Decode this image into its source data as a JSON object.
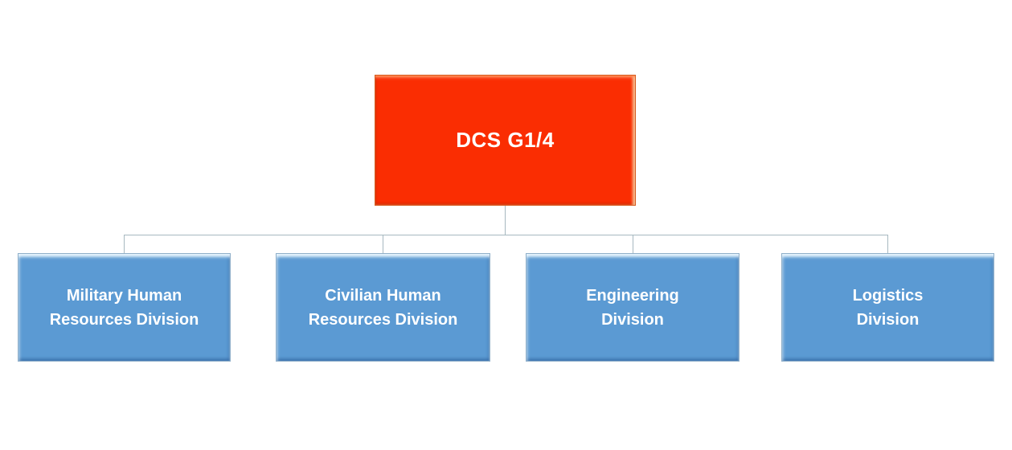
{
  "diagram": {
    "type": "org-chart",
    "root": {
      "label": "DCS G1/4"
    },
    "children": [
      {
        "label": "Military Human Resources Division",
        "lines": [
          "Military Human",
          "Resources Division"
        ]
      },
      {
        "label": "Civilian Human Resources Division",
        "lines": [
          "Civilian Human",
          "Resources Division"
        ]
      },
      {
        "label": "Engineering Division",
        "lines": [
          "Engineering",
          "Division"
        ]
      },
      {
        "label": "Logistics Division",
        "lines": [
          "Logistics",
          "Division"
        ]
      }
    ],
    "colors": {
      "root_fill": "#fa2d02",
      "child_fill": "#5b9ad3",
      "connector": "#a7b8c0",
      "label_text": "#ffffff",
      "background": "#ffffff"
    }
  }
}
